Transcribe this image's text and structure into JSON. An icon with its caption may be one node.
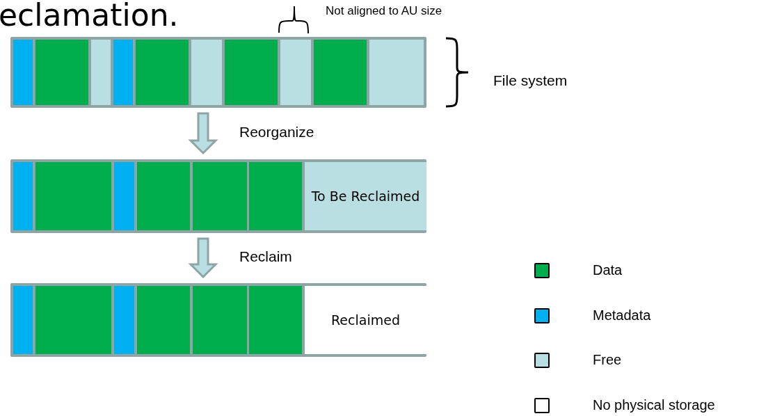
{
  "diagram": {
    "title": "eclamation.",
    "nodes": [
      {
        "text": [],
        "shape": "bar"
      },
      {
        "text": [],
        "shape": "box",
        "in": 0
      },
      {
        "text": [],
        "shape": "box",
        "in": 0
      },
      {
        "text": [],
        "shape": "box",
        "in": 0
      },
      {
        "text": [],
        "shape": "box",
        "in": 0
      },
      {
        "text": [],
        "shape": "box",
        "in": 0
      },
      {
        "text": [],
        "shape": "box",
        "in": 0
      },
      {
        "text": [],
        "shape": "box",
        "in": 0
      },
      {
        "text": [],
        "shape": "box",
        "in": 0
      },
      {
        "text": [],
        "shape": "box",
        "in": 0
      },
      {
        "text": [],
        "shape": "box",
        "in": 0
      },
      {
        "text": [],
        "shape": "bar"
      },
      {
        "text": [],
        "shape": "box",
        "in": 11
      },
      {
        "text": [],
        "shape": "box",
        "in": 11
      },
      {
        "text": [],
        "shape": "box",
        "in": 11
      },
      {
        "text": [],
        "shape": "box",
        "in": 11
      },
      {
        "text": [],
        "shape": "box",
        "in": 11
      },
      {
        "text": [],
        "shape": "box",
        "in": 11
      },
      {
        "text": [
          "To Be Reclaimed"
        ],
        "in": 11
      },
      {
        "text": [],
        "shape": "bar"
      },
      {
        "text": [],
        "shape": "box",
        "in": 19
      },
      {
        "text": [],
        "shape": "box",
        "in": 19
      },
      {
        "text": [],
        "shape": "box",
        "in": 19
      },
      {
        "text": [],
        "shape": "box",
        "in": 19
      },
      {
        "text": [],
        "shape": "box",
        "in": 19
      },
      {
        "text": [],
        "shape": "box",
        "in": 19
      },
      {
        "text": [
          "Reclaimed"
        ],
        "in": 19
      }
    ],
    "edges": [
      {
        "from": 0,
        "to": 11,
        "arrow": "to",
        "label": "Reorganize"
      },
      {
        "from": 11,
        "to": 19,
        "arrow": "to",
        "label": "Reclaim"
      }
    ],
    "labels": [
      "Not aligned to AU size",
      "File system"
    ],
    "legend": [
      {
        "text": "Data",
        "color": "#00ad4d"
      },
      {
        "text": "Metadata",
        "color": "#00b0f0"
      },
      {
        "text": "Free",
        "color": "#b9dfe3"
      },
      {
        "text": "No physical storage",
        "color": "#ffffff"
      }
    ]
  }
}
